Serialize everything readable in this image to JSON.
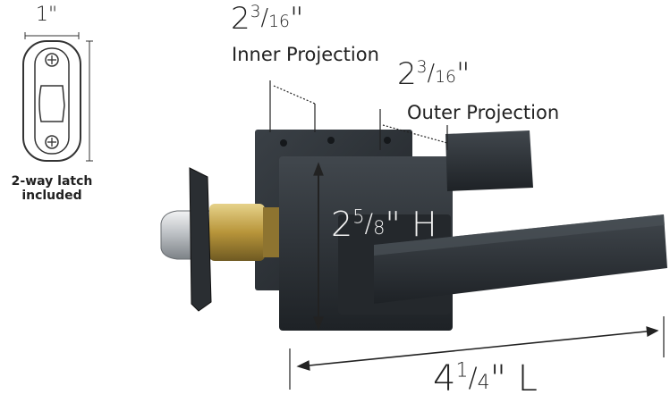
{
  "latch_width": {
    "text": "1\""
  },
  "latch_caption": {
    "line1": "2-way latch",
    "line2": "included"
  },
  "inner_projection": {
    "whole": "2",
    "num": "3",
    "den": "16",
    "unit": "\"",
    "label": "Inner Projection"
  },
  "outer_projection": {
    "whole": "2",
    "num": "3",
    "den": "16",
    "unit": "\"",
    "label": "Outer Projection"
  },
  "height": {
    "whole": "2",
    "num": "5",
    "den": "8",
    "unit": "\" H"
  },
  "length": {
    "whole": "4",
    "num": "1",
    "den": "4",
    "unit": "\" L"
  },
  "colors": {
    "finish": "#2b2f33",
    "brass": "#c9a94a",
    "steel": "#bfc3c6",
    "line": "#222222"
  }
}
